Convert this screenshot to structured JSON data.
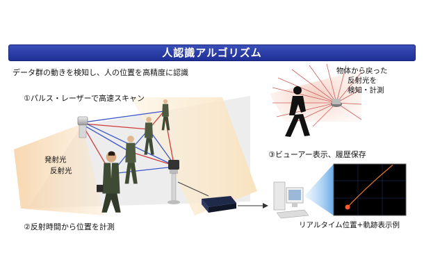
{
  "title": "人認識アルゴリズム",
  "subtitle": "データ群の動きを検知し、人の位置を高精度に認識",
  "steps": {
    "scan": "①パルス・レーザーで高速スキャン",
    "measure": "②反射時間から位置を計測",
    "view": "③ビューアー表示、履歴保存"
  },
  "labels": {
    "emitted": "発射光",
    "reflected": "反射光",
    "returned_1": "物体から戻った",
    "returned_2": "反射光を",
    "returned_3": "検知・計測",
    "display_example": "リアルタイム位置+軌跡表示例"
  },
  "colors": {
    "banner": "#2a3aa8",
    "beam_fan": "#f3cfa2",
    "laser_blue": "#3a56c8",
    "laser_red": "#d23a3a",
    "screen_bg": "#000000",
    "trail": "#e87a2a"
  }
}
